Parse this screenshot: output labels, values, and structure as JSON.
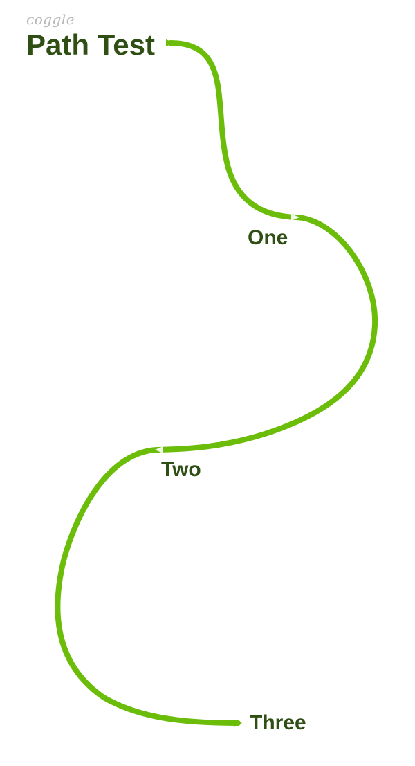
{
  "app": {
    "brand": "coggle"
  },
  "map": {
    "root": {
      "label": "Path Test"
    },
    "nodes": [
      {
        "label": "One"
      },
      {
        "label": "Two"
      },
      {
        "label": "Three"
      }
    ]
  },
  "colors": {
    "branch": "#6cbd0a",
    "label": "#2f4f14",
    "brand": "#b7b7b7",
    "background": "#ffffff"
  }
}
